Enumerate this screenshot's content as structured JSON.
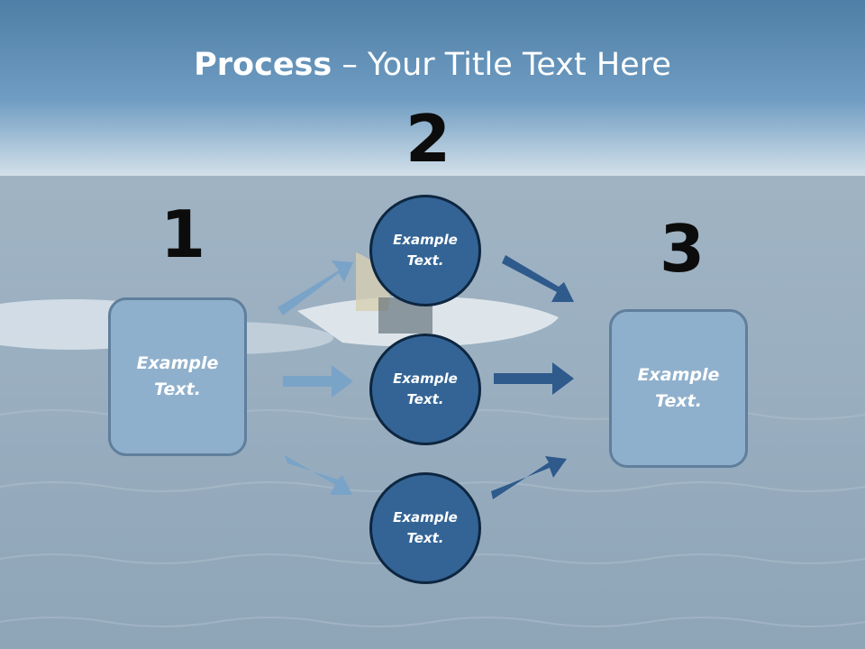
{
  "slide": {
    "title_bold": "Process",
    "title_rest": " – Your Title Text Here"
  },
  "steps": {
    "one": "1",
    "two": "2",
    "three": "3"
  },
  "nodes": {
    "left_box": "Example Text.",
    "circle_top": "Example Text.",
    "circle_mid": "Example Text.",
    "circle_bottom": "Example Text.",
    "right_box": "Example Text."
  },
  "colors": {
    "box_fill": "#8fb0cc",
    "circle_fill": "#336495",
    "arrow_light": "#7aa3c8",
    "arrow_dark": "#2e5a8c"
  }
}
